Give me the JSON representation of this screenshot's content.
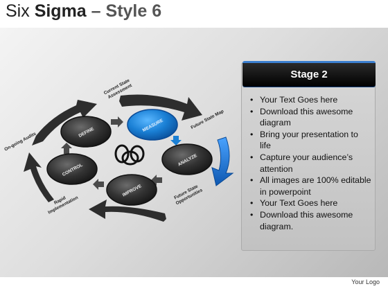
{
  "title": {
    "prefix": "Six",
    "bold": "Sigma",
    "suffix": "– Style 6"
  },
  "phases": [
    "DEFINE",
    "MEASURE",
    "ANALYZE",
    "IMPROVE",
    "CONTROL"
  ],
  "active_phase": "MEASURE",
  "arrow_labels": {
    "current_state": [
      "Current State",
      "Assessment"
    ],
    "future_state_map": [
      "Future State Map"
    ],
    "future_state_opps": [
      "Future State",
      "Opportunities"
    ],
    "rapid_impl": [
      "Rapid",
      "Implementation"
    ],
    "ongoing_audits": [
      "On-going Audits"
    ]
  },
  "panel": {
    "header": "Stage 2",
    "bullets": [
      "Your Text Goes here",
      "Download this awesome diagram",
      "Bring your presentation to life",
      "Capture your audience’s attention",
      "All images are 100% editable in powerpoint",
      "Your Text Goes here",
      "Download this awesome diagram."
    ]
  },
  "logo": "Your Logo",
  "colors": {
    "active": "#1a7fd4",
    "node": "#2f2f2f",
    "arrow": "#2d2d2d",
    "accent": "#1565c0"
  }
}
